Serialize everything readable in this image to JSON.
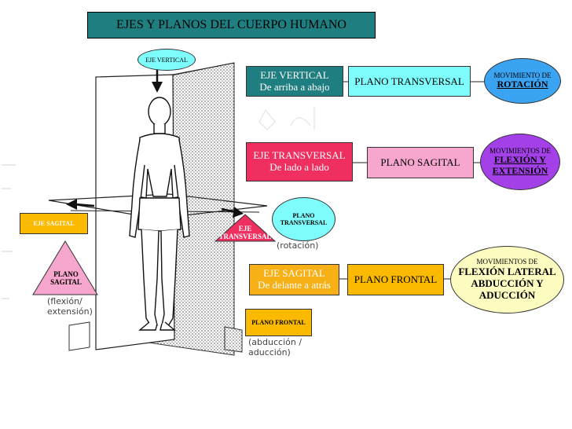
{
  "title": "EJES Y PLANOS DEL CUERPO HUMANO",
  "figure": {
    "eje_vertical_tag": "EJE VERTICAL",
    "eje_sagital_tag": "EJE SAGITAL",
    "plano_sagital_tag": [
      "PLANO",
      "SAGITAL"
    ],
    "eje_transversal_tag": [
      "EJE",
      "TRANSVERSAL"
    ],
    "plano_transversal_tag": [
      "PLANO",
      "TRANSVERSAL"
    ],
    "plano_frontal_tag": "PLANO FRONTAL",
    "hand_labels": {
      "rotacion": "(rotación)",
      "flexion": [
        "(flexión/",
        "extensión)"
      ],
      "abduccion": [
        "(abducción /",
        "aducción)"
      ]
    }
  },
  "rows": [
    {
      "axis_title": "EJE VERTICAL",
      "axis_sub": "De arriba a abajo",
      "axis_color": "#1f7f80",
      "plane": "PLANO TRANSVERSAL",
      "plane_color": "#7ffcfc",
      "movement_header": "MOVIMIENTO DE",
      "movement_lines": [
        "ROTACIÓN"
      ],
      "movement_color": "#3aa4f3"
    },
    {
      "axis_title": "EJE TRANSVERSAL",
      "axis_sub": "De lado a lado",
      "axis_color": "#ef2f60",
      "plane": "PLANO SAGITAL",
      "plane_color": "#f7a6cd",
      "movement_header": "MOVIMIENTOS DE",
      "movement_lines": [
        "FLEXIÓN Y",
        "EXTENSIÓN"
      ],
      "movement_color": "#a440e8"
    },
    {
      "axis_title": "EJE SAGITAL",
      "axis_sub": "De delante a atrás",
      "axis_color": "#f7b015",
      "plane": "PLANO FRONTAL",
      "plane_color": "#fbb900",
      "movement_header": "MOVIMIENTOS DE",
      "movement_lines": [
        "FLEXIÓN LATERAL",
        "ABDUCCIÓN Y",
        "ADUCCIÓN"
      ],
      "movement_color": "#fcfcc0"
    }
  ]
}
